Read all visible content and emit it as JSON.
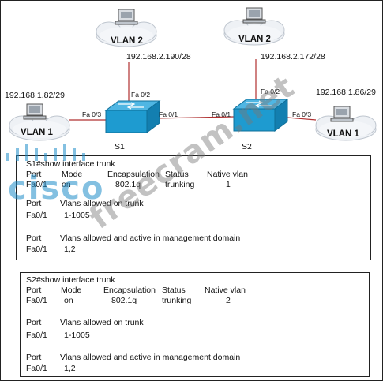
{
  "diagram": {
    "clouds": [
      {
        "id": "vlan2-left",
        "label": "VLAN 2"
      },
      {
        "id": "vlan2-right",
        "label": "VLAN 2"
      },
      {
        "id": "vlan1-left",
        "label": "VLAN 1"
      },
      {
        "id": "vlan1-right",
        "label": "VLAN 1"
      }
    ],
    "ips": {
      "vlan2_left": "192.168.2.190/28",
      "vlan2_right": "192.168.2.172/28",
      "vlan1_left": "192.168.1.82/29",
      "vlan1_right": "192.168.1.86/29"
    },
    "switches": {
      "s1": "S1",
      "s2": "S2"
    },
    "ports": {
      "s1_up": "Fa 0/2",
      "s1_left": "Fa 0/3",
      "s1_right": "Fa 0/1",
      "s2_left": "Fa 0/1",
      "s2_up": "Fa 0/2",
      "s2_right": "Fa 0/3"
    }
  },
  "s1_output": {
    "prompt": "S1#show interface trunk",
    "h1": {
      "port": "Port",
      "mode": "Mode",
      "encap": "Encapsulation",
      "status": "Status",
      "native": "Native vlan"
    },
    "r1": {
      "port": "Fa0/1",
      "mode": "on",
      "encap": "802.1q",
      "status": "trunking",
      "native": "1"
    },
    "h2": {
      "port": "Port",
      "text": "Vlans allowed on trunk"
    },
    "r2": {
      "port": "Fa0/1",
      "text": "1-1005"
    },
    "h3": {
      "port": "Port",
      "text": "Vlans allowed and active in management domain"
    },
    "r3": {
      "port": "Fa0/1",
      "text": "1,2"
    }
  },
  "s2_output": {
    "prompt": "S2#show interface trunk",
    "h1": {
      "port": "Port",
      "mode": "Mode",
      "encap": "Encapsulation",
      "status": "Status",
      "native": "Native vlan"
    },
    "r1": {
      "port": "Fa0/1",
      "mode": "on",
      "encap": "802.1q",
      "status": "trunking",
      "native": "2"
    },
    "h2": {
      "port": "Port",
      "text": "Vlans allowed on trunk"
    },
    "r2": {
      "port": "Fa0/1",
      "text": "1-1005"
    },
    "h3": {
      "port": "Port",
      "text": "Vlans allowed and active in management domain"
    },
    "r3": {
      "port": "Fa0/1",
      "text": "1,2"
    }
  },
  "watermarks": {
    "cisco": "cisco",
    "site": "freecram.net"
  },
  "colors": {
    "switch": "#1e9bd0",
    "frame": "#222222",
    "cisco_watermark": "#1e8cc8"
  }
}
